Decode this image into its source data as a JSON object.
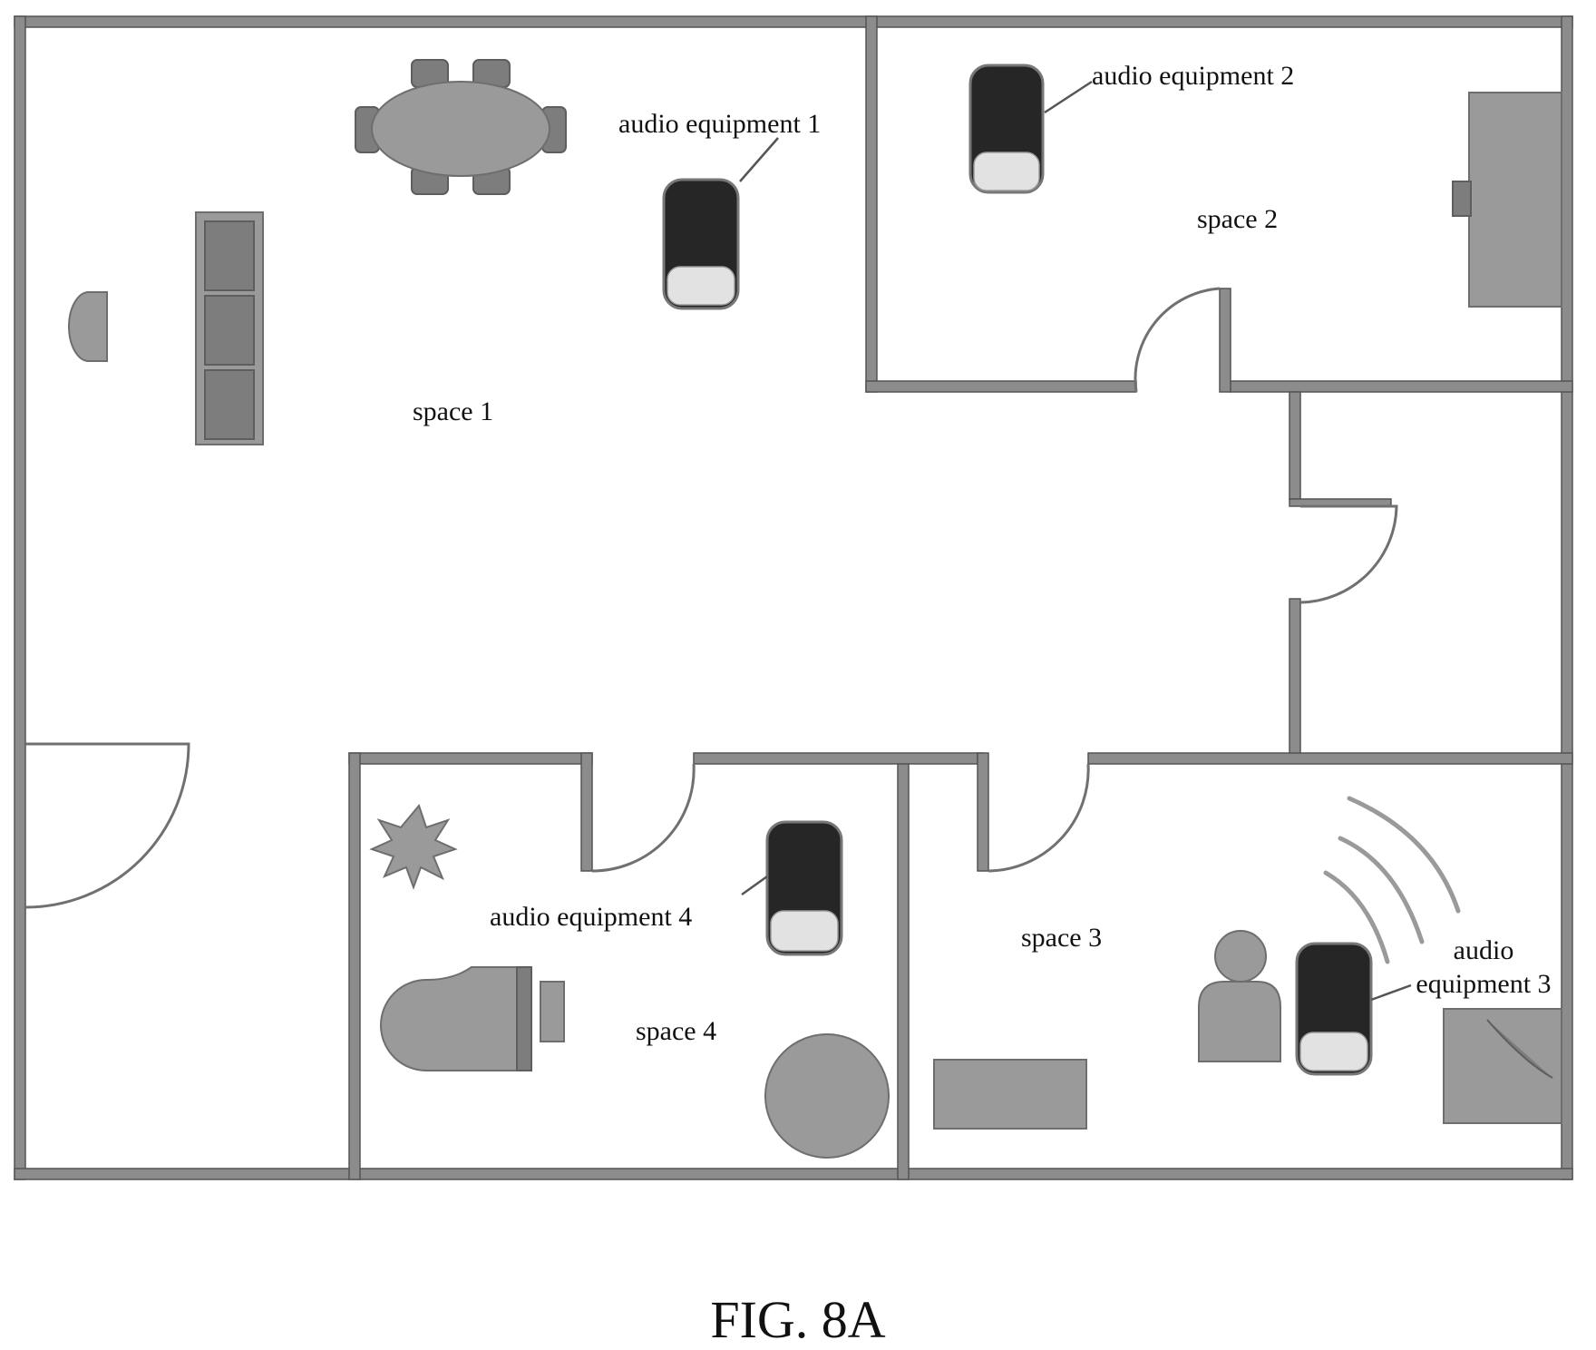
{
  "figure": {
    "caption": "FIG. 8A"
  },
  "spaces": [
    {
      "id": "space-1",
      "label": "space 1"
    },
    {
      "id": "space-2",
      "label": "space 2"
    },
    {
      "id": "space-3",
      "label": "space 3"
    },
    {
      "id": "space-4",
      "label": "space 4"
    }
  ],
  "devices": [
    {
      "id": "audio-equipment-1",
      "label": "audio equipment 1"
    },
    {
      "id": "audio-equipment-2",
      "label": "audio equipment 2"
    },
    {
      "id": "audio-equipment-3",
      "label_line1": "audio",
      "label_line2": "equipment 3"
    },
    {
      "id": "audio-equipment-4",
      "label": "audio equipment 4"
    }
  ]
}
